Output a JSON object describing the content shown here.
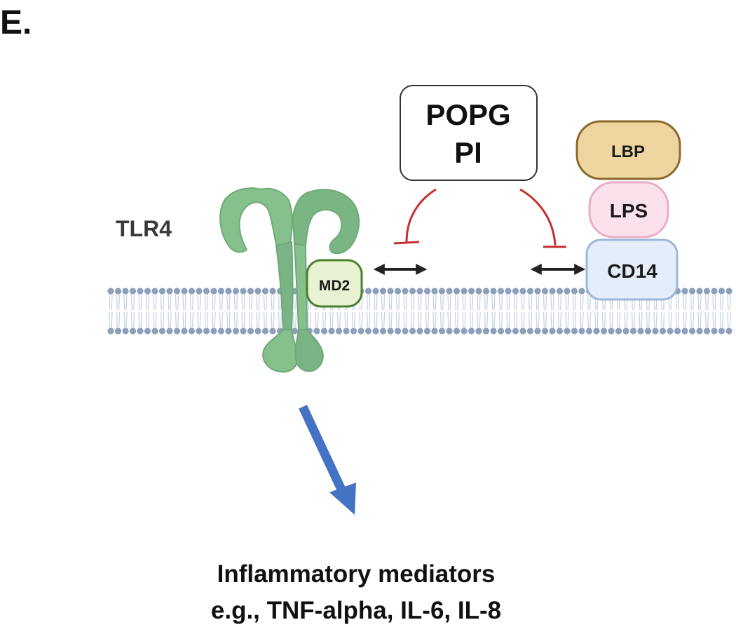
{
  "panel_label": "E.",
  "receptor": {
    "name": "TLR4",
    "coreceptor": "MD2"
  },
  "inhibitors": {
    "line1": "POPG",
    "line2": "PI"
  },
  "ligand_complex": {
    "top": "LBP",
    "middle": "LPS",
    "bottom": "CD14"
  },
  "output": {
    "line1": "Inflammatory mediators",
    "line2": "e.g., TNF-alpha, IL-6, IL-8"
  },
  "colors": {
    "receptor_fill": "#86c08c",
    "receptor_fill_dark": "#6fae78",
    "receptor_stroke": "#5f9a68",
    "md2_fill": "#e7f3d3",
    "md2_stroke": "#4f7d2e",
    "lbp_fill": "#efd6a1",
    "lbp_stroke": "#8a6a2c",
    "lps_fill": "#fbe1ec",
    "lps_stroke": "#e9aec8",
    "cd14_fill": "#e4edfa",
    "cd14_stroke": "#9fb5da",
    "membrane_head": "#8e9fbd",
    "membrane_tail": "#c5d0e3",
    "inhibition": "#c62f2f",
    "interaction_arrow": "#222222",
    "signal_arrow": "#4472c4"
  }
}
